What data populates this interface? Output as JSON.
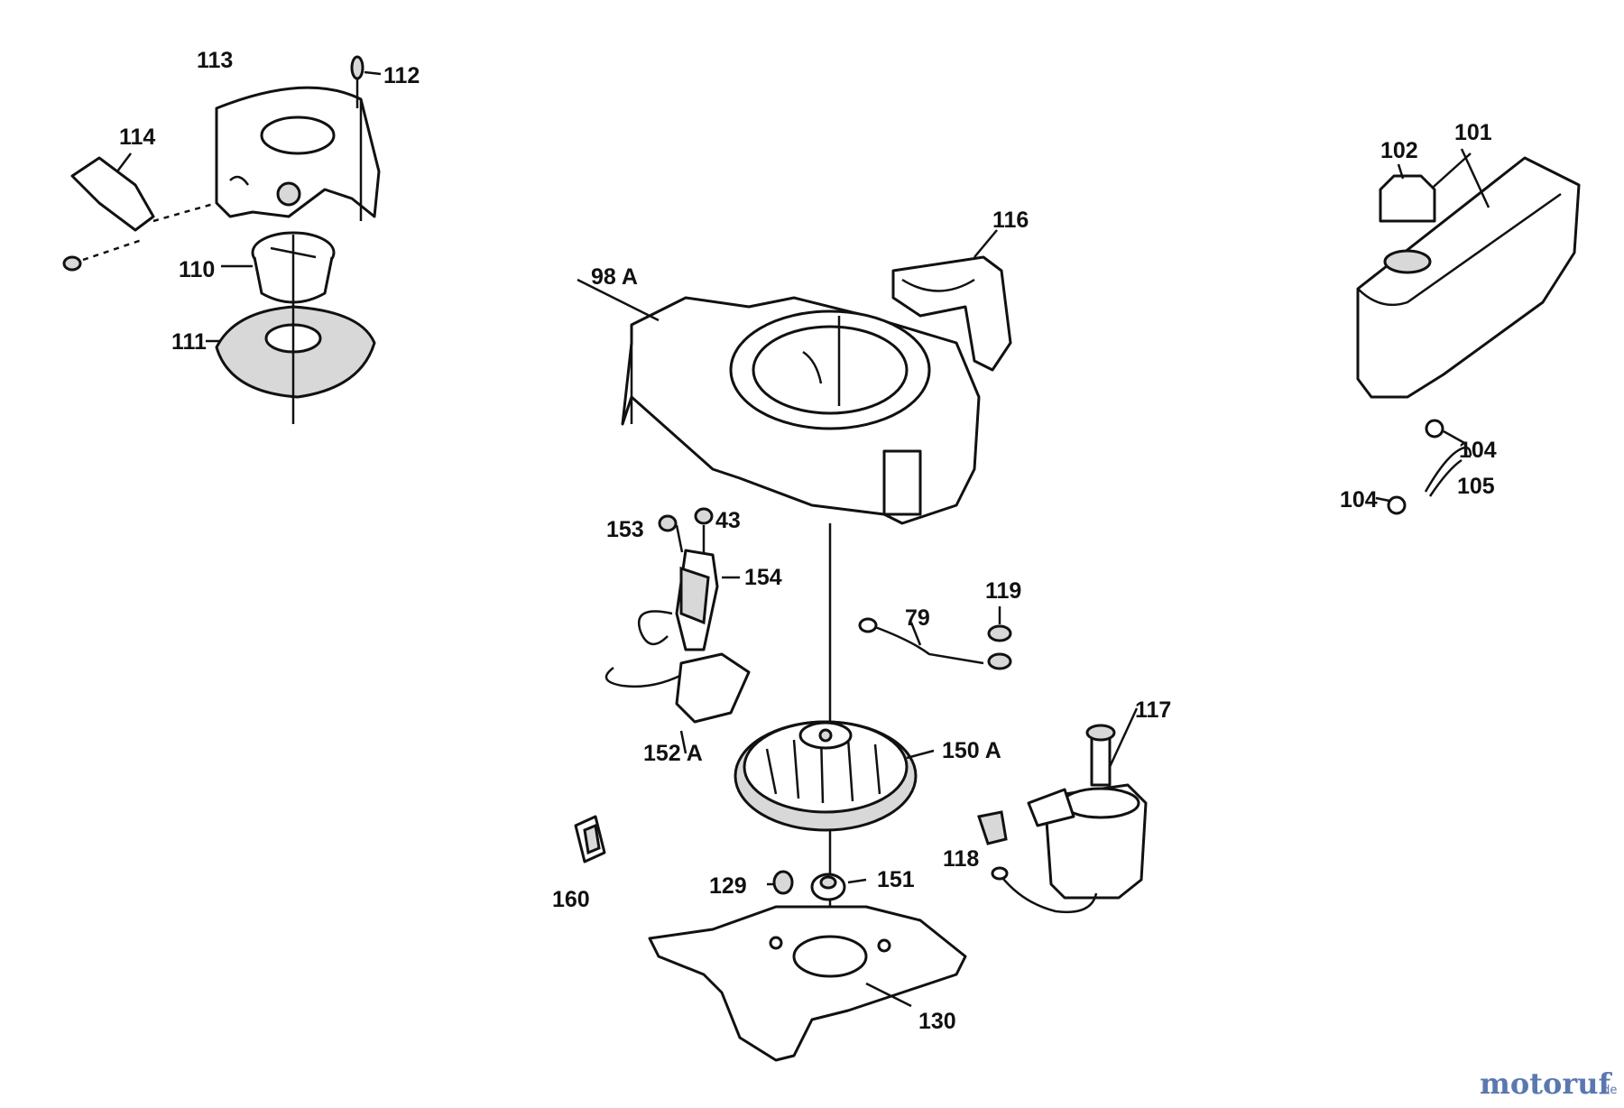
{
  "labels": {
    "p113": "113",
    "p112": "112",
    "p114": "114",
    "p110": "110",
    "p111": "111",
    "p98a": "98 A",
    "p116": "116",
    "p102": "102",
    "p101": "101",
    "p104a": "104",
    "p105": "105",
    "p104b": "104",
    "p153": "153",
    "p43": "43",
    "p154": "154",
    "p152a": "152 A",
    "p79": "79",
    "p119": "119",
    "p150a": "150 A",
    "p117": "117",
    "p118": "118",
    "p129": "129",
    "p151": "151",
    "p160": "160",
    "p130": "130"
  },
  "watermark": {
    "main": "motoruf",
    "suffix": ".de",
    "color_main": "#5a78b0",
    "color_accent": "#e0a020"
  }
}
